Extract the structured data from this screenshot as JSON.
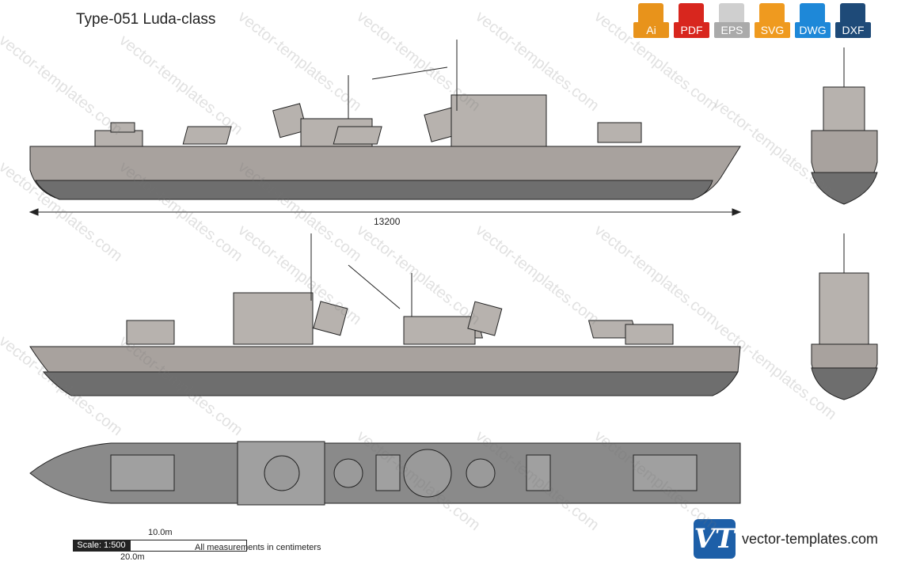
{
  "title": "Type-051 Luda-class",
  "formats": [
    {
      "label": "Ai",
      "color": "#e8931b",
      "icon": "ai-file-icon"
    },
    {
      "label": "PDF",
      "color": "#d8261e",
      "icon": "pdf-file-icon"
    },
    {
      "label": "EPS",
      "color": "#aaaaaa",
      "icon": "eps-file-icon"
    },
    {
      "label": "SVG",
      "color": "#ef9a1f",
      "icon": "svg-file-icon"
    },
    {
      "label": "DWG",
      "color": "#1e88d8",
      "icon": "dwg-file-icon"
    },
    {
      "label": "DXF",
      "color": "#1e4a78",
      "icon": "dxf-file-icon"
    }
  ],
  "dimension": "13200",
  "scale": {
    "label": "Scale: 1:500",
    "ten": "10.0m",
    "twenty": "20.0m"
  },
  "measurements_note": "All measurements in centimeters",
  "watermark": "vector-templates.com",
  "brand": {
    "logo": "VT",
    "name": "vector-templates.com"
  },
  "colors": {
    "hull": "#a8a29e",
    "underwater": "#6e6e6e",
    "deck": "#8a8a8a",
    "outline": "#222222"
  }
}
